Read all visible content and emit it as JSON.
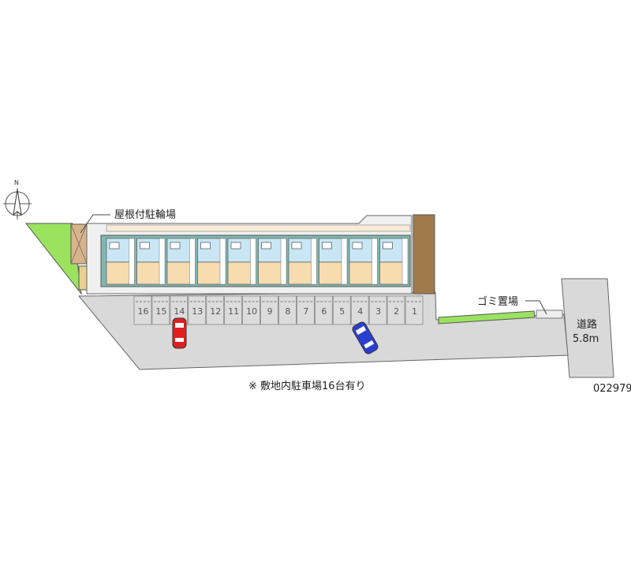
{
  "labels": {
    "bike_parking": "屋根付駐輪場",
    "garbage": "ゴミ置場",
    "road_name": "道路",
    "road_width": "5.8m",
    "note": "※ 敷地内駐車場16台有り",
    "code": "022979",
    "north": "N"
  },
  "parking_slots": [
    "16",
    "15",
    "14",
    "13",
    "12",
    "11",
    "10",
    "9",
    "8",
    "7",
    "6",
    "5",
    "4",
    "3",
    "2",
    "1"
  ],
  "building_units": 10,
  "colors": {
    "ground": "#d9d9d9",
    "green": "#9be35f",
    "room_blue": "#c9e6f5",
    "room_beige": "#f7dcb0",
    "brick": "#a07a4a",
    "car_red": "#e02020",
    "car_blue": "#2a3fd0"
  }
}
